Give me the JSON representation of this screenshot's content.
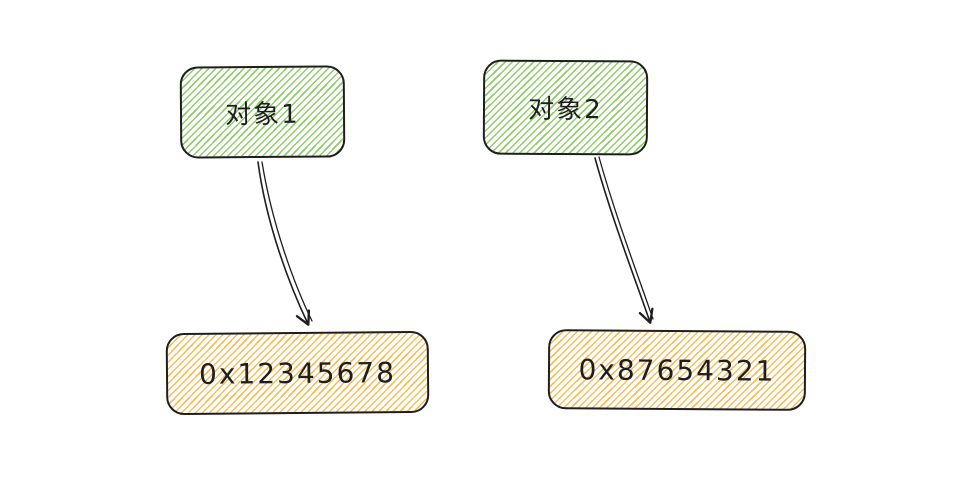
{
  "diagram": {
    "nodes": {
      "object1": {
        "label": "对象1"
      },
      "object2": {
        "label": "对象2"
      },
      "address1": {
        "label": "0x12345678"
      },
      "address2": {
        "label": "0x87654321"
      }
    },
    "edges": [
      {
        "from": "对象1",
        "to": "0x12345678"
      },
      {
        "from": "对象2",
        "to": "0x87654321"
      }
    ],
    "colors": {
      "object_fill": "#7dc350",
      "address_fill": "#f5b43c",
      "stroke": "#1e1e1e",
      "background": "#ffffff"
    }
  }
}
